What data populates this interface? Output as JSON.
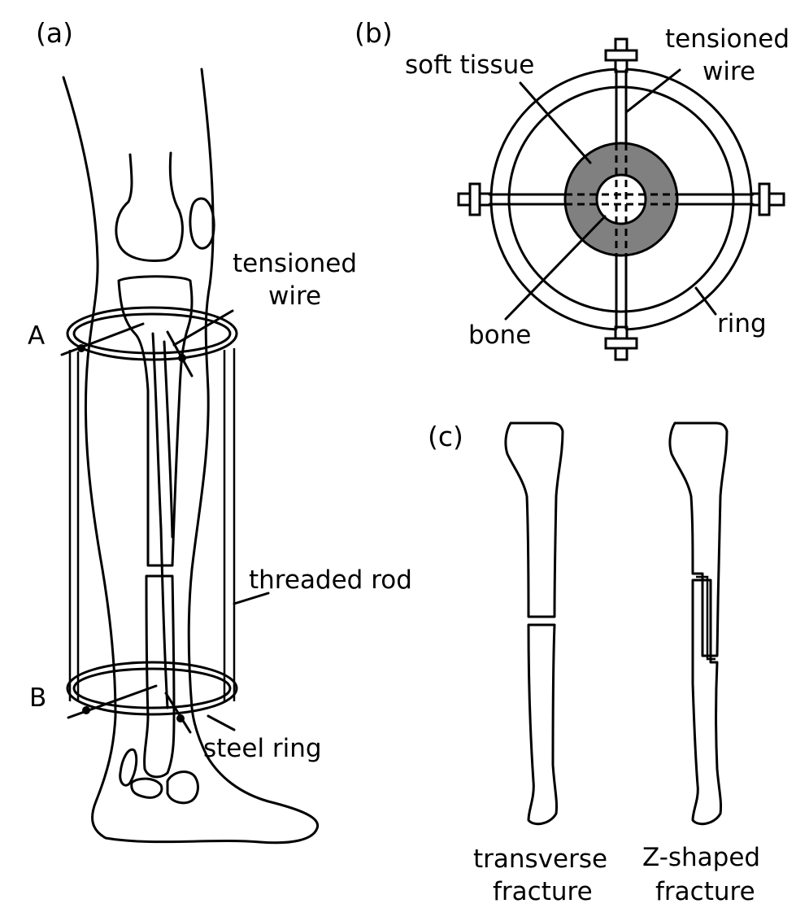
{
  "panels": {
    "a": "(a)",
    "b": "(b)",
    "c": "(c)"
  },
  "panel_a": {
    "tensioned_wire_line1": "tensioned",
    "tensioned_wire_line2": "wire",
    "ring_a": "A",
    "ring_b": "B",
    "threaded_rod": "threaded rod",
    "steel_ring": "steel ring"
  },
  "panel_b": {
    "soft_tissue": "soft tissue",
    "tensioned_wire_line1": "tensioned",
    "tensioned_wire_line2": "wire",
    "bone": "bone",
    "ring": "ring"
  },
  "panel_c": {
    "transverse_line1": "transverse",
    "transverse_line2": "fracture",
    "zshaped_line1": "Z-shaped",
    "zshaped_line2": "fracture"
  },
  "colors": {
    "soft_tissue_fill": "#808080",
    "stroke": "#000000",
    "background": "#ffffff"
  }
}
